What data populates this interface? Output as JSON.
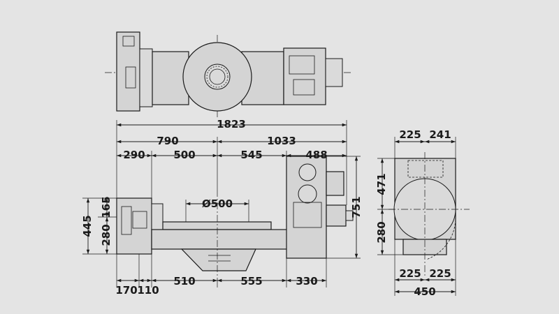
{
  "drawing": {
    "dims_overall": {
      "total_length": "1823",
      "left_section": "790",
      "right_section": "1033",
      "left_flange": "290",
      "left_table": "500",
      "right_table": "545",
      "right_motor": "488",
      "table_diameter": "Ø500",
      "overall_height": "751",
      "left_height_total": "445",
      "left_height_upper": "165",
      "left_height_lower": "280"
    },
    "dims_bottom": {
      "b1": "170",
      "b2": "110",
      "b3": "510",
      "b4": "555",
      "b5": "330"
    },
    "dims_side": {
      "top_left": "225",
      "top_right": "241",
      "height_upper": "471",
      "height_lower": "280",
      "bottom_left": "225",
      "bottom_right": "225",
      "width_total": "450"
    }
  }
}
